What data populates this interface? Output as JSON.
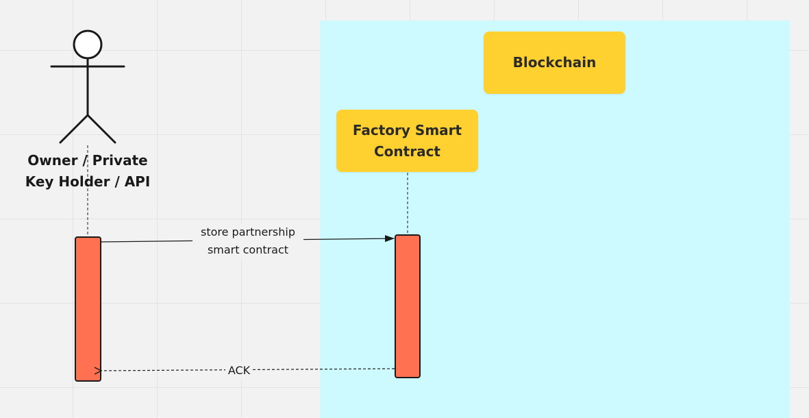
{
  "diagram": {
    "frame": {
      "color": "#ccfaff"
    },
    "actor": {
      "label_line1": "Owner / Private",
      "label_line2": "Key Holder / API"
    },
    "participants": {
      "blockchain": "Blockchain",
      "factory_line1": "Factory Smart",
      "factory_line2": "Contract"
    },
    "messages": {
      "store_line1": "store partnership",
      "store_line2": "smart contract",
      "ack": "ACK"
    },
    "colors": {
      "sticky": "#ffd130",
      "activation": "#ff7150",
      "background": "#f2f2f2",
      "line": "#1a1a1a"
    }
  }
}
